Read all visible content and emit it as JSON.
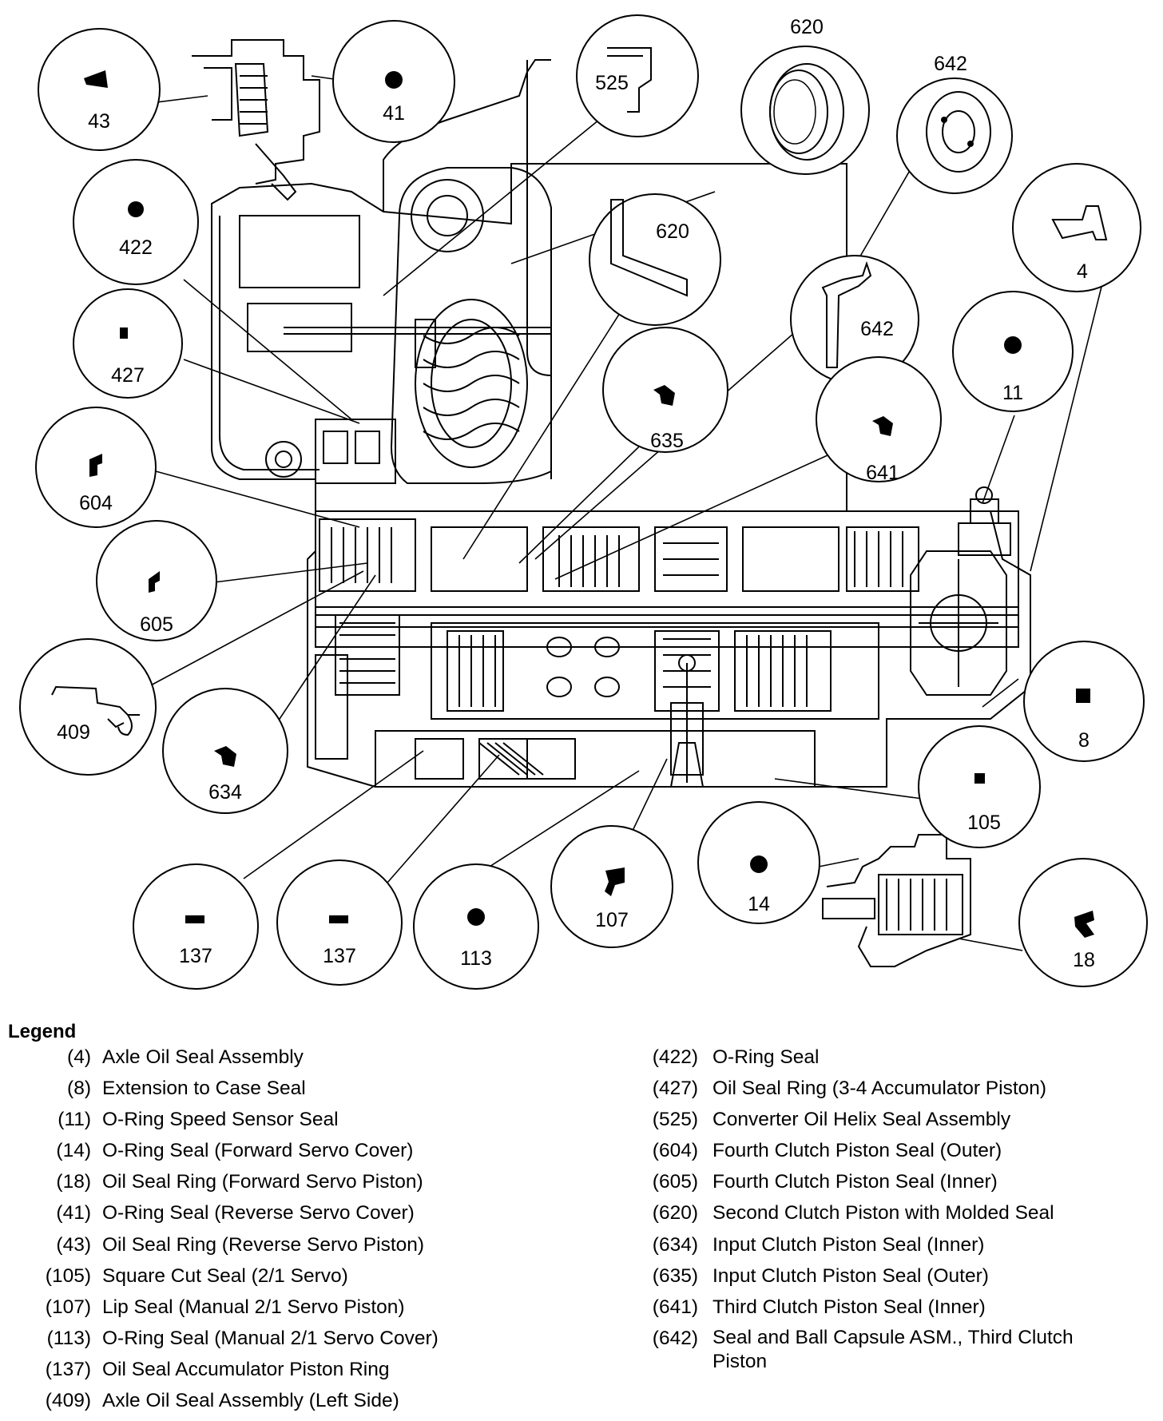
{
  "callouts": [
    "43",
    "41",
    "525",
    "620",
    "642",
    "422",
    "620",
    "4",
    "427",
    "642",
    "11",
    "635",
    "641",
    "604",
    "605",
    "409",
    "634",
    "8",
    "105",
    "137",
    "137",
    "113",
    "107",
    "14",
    "18"
  ],
  "top_labels": {
    "label_620": "620",
    "label_642": "642"
  },
  "legend": {
    "title": "Legend",
    "left": [
      {
        "code": "(4)",
        "desc": "Axle Oil Seal Assembly"
      },
      {
        "code": "(8)",
        "desc": "Extension to Case Seal"
      },
      {
        "code": "(11)",
        "desc": "O-Ring Speed Sensor Seal"
      },
      {
        "code": "(14)",
        "desc": "O-Ring Seal (Forward Servo Cover)"
      },
      {
        "code": "(18)",
        "desc": "Oil Seal Ring (Forward Servo Piston)"
      },
      {
        "code": "(41)",
        "desc": "O-Ring Seal (Reverse Servo Cover)"
      },
      {
        "code": "(43)",
        "desc": "Oil Seal Ring (Reverse Servo Piston)"
      },
      {
        "code": "(105)",
        "desc": "Square Cut Seal (2/1 Servo)"
      },
      {
        "code": "(107)",
        "desc": "Lip Seal (Manual 2/1 Servo Piston)"
      },
      {
        "code": "(113)",
        "desc": "O-Ring Seal (Manual 2/1 Servo Cover)"
      },
      {
        "code": "(137)",
        "desc": "Oil Seal Accumulator Piston Ring"
      },
      {
        "code": "(409)",
        "desc": "Axle Oil Seal Assembly (Left Side)"
      }
    ],
    "right": [
      {
        "code": "(422)",
        "desc": "O-Ring Seal"
      },
      {
        "code": "(427)",
        "desc": "Oil Seal Ring (3-4 Accumulator Piston)"
      },
      {
        "code": "(525)",
        "desc": "Converter Oil Helix Seal Assembly"
      },
      {
        "code": "(604)",
        "desc": "Fourth Clutch Piston Seal (Outer)"
      },
      {
        "code": "(605)",
        "desc": "Fourth Clutch Piston Seal (Inner)"
      },
      {
        "code": "(620)",
        "desc": "Second Clutch Piston with Molded Seal"
      },
      {
        "code": "(634)",
        "desc": "Input Clutch Piston Seal (Inner)"
      },
      {
        "code": "(635)",
        "desc": "Input Clutch Piston Seal (Outer)"
      },
      {
        "code": "(641)",
        "desc": "Third Clutch Piston Seal (Inner)"
      },
      {
        "code": "(642)",
        "desc": "Seal and Ball Capsule ASM., Third Clutch Piston"
      }
    ]
  }
}
